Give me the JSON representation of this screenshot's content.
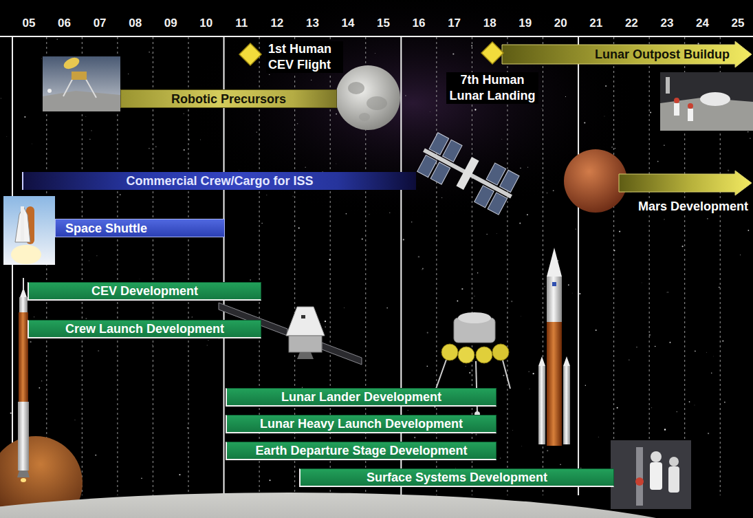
{
  "diagram": {
    "nodes": [
      {
        "text": [
          "1st Human CEV Flight"
        ]
      },
      {
        "text": [
          "Lunar Outpost Buildup"
        ]
      },
      {
        "text": [
          "7th Human Lunar Landing"
        ]
      },
      {
        "text": [
          "Robotic Precursors"
        ]
      },
      {
        "text": [
          "Commercial Crew/Cargo for ISS"
        ]
      },
      {
        "text": [
          "Mars Development"
        ]
      },
      {
        "text": [
          "Space Shuttle"
        ]
      },
      {
        "text": [
          "CEV Development"
        ]
      },
      {
        "text": [
          "Crew Launch Development"
        ]
      },
      {
        "text": [
          "Lunar Lander Development"
        ]
      },
      {
        "text": [
          "Lunar Heavy Launch Development"
        ]
      },
      {
        "text": [
          "Earth Departure Stage Development"
        ]
      },
      {
        "text": [
          "Surface Systems Development"
        ]
      }
    ],
    "labels": [
      "05",
      "06",
      "07",
      "08",
      "09",
      "10",
      "11",
      "12",
      "13",
      "14",
      "15",
      "16",
      "17",
      "18",
      "19",
      "20",
      "21",
      "22",
      "23",
      "24",
      "25"
    ]
  }
}
